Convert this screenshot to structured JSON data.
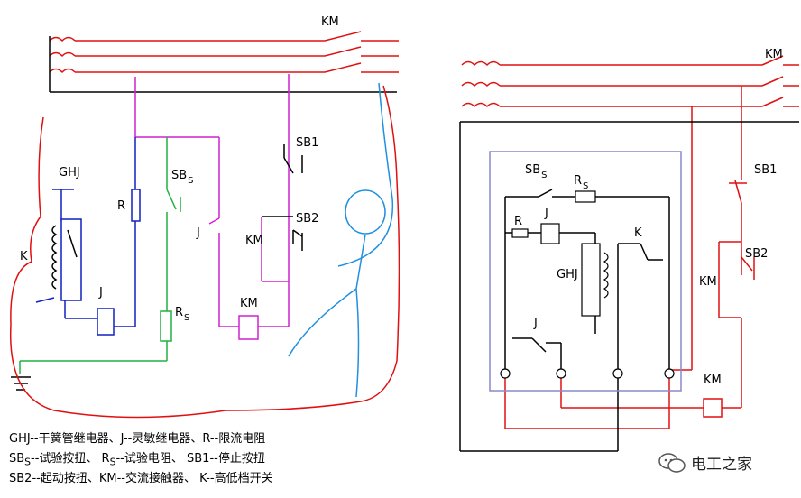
{
  "left": {
    "km": "KM",
    "ghj": "GHJ",
    "r": "R",
    "sbs": "SB",
    "sbs_sub": "S",
    "j_contact": "J",
    "j_coil": "J",
    "k": "K",
    "rs": "R",
    "rs_sub": "S",
    "sb1": "SB1",
    "sb2": "SB2",
    "km_contact": "KM",
    "km_coil": "KM"
  },
  "right": {
    "km": "KM",
    "sbs": "SB",
    "sbs_sub": "S",
    "rs": "R",
    "rs_sub": "S",
    "r": "R",
    "j": "J",
    "k": "K",
    "ghj": "GHJ",
    "j_contact": "J",
    "sb1": "SB1",
    "sb2": "SB2",
    "km_contact": "KM",
    "km_coil": "KM"
  },
  "legend": {
    "line1": "GHJ--干簧管继电器、J--灵敏继电器、R--限流电阻",
    "line2_a": "SB",
    "line2_a_sub": "S",
    "line2_b": "--试验按扭、   R",
    "line2_b_sub": "S",
    "line2_c": "--试验电阻、  SB1--停止按扭",
    "line3": "SB2--起动按扭、KM--交流接触器、  K--高低档开关"
  },
  "watermark": "电工之家"
}
